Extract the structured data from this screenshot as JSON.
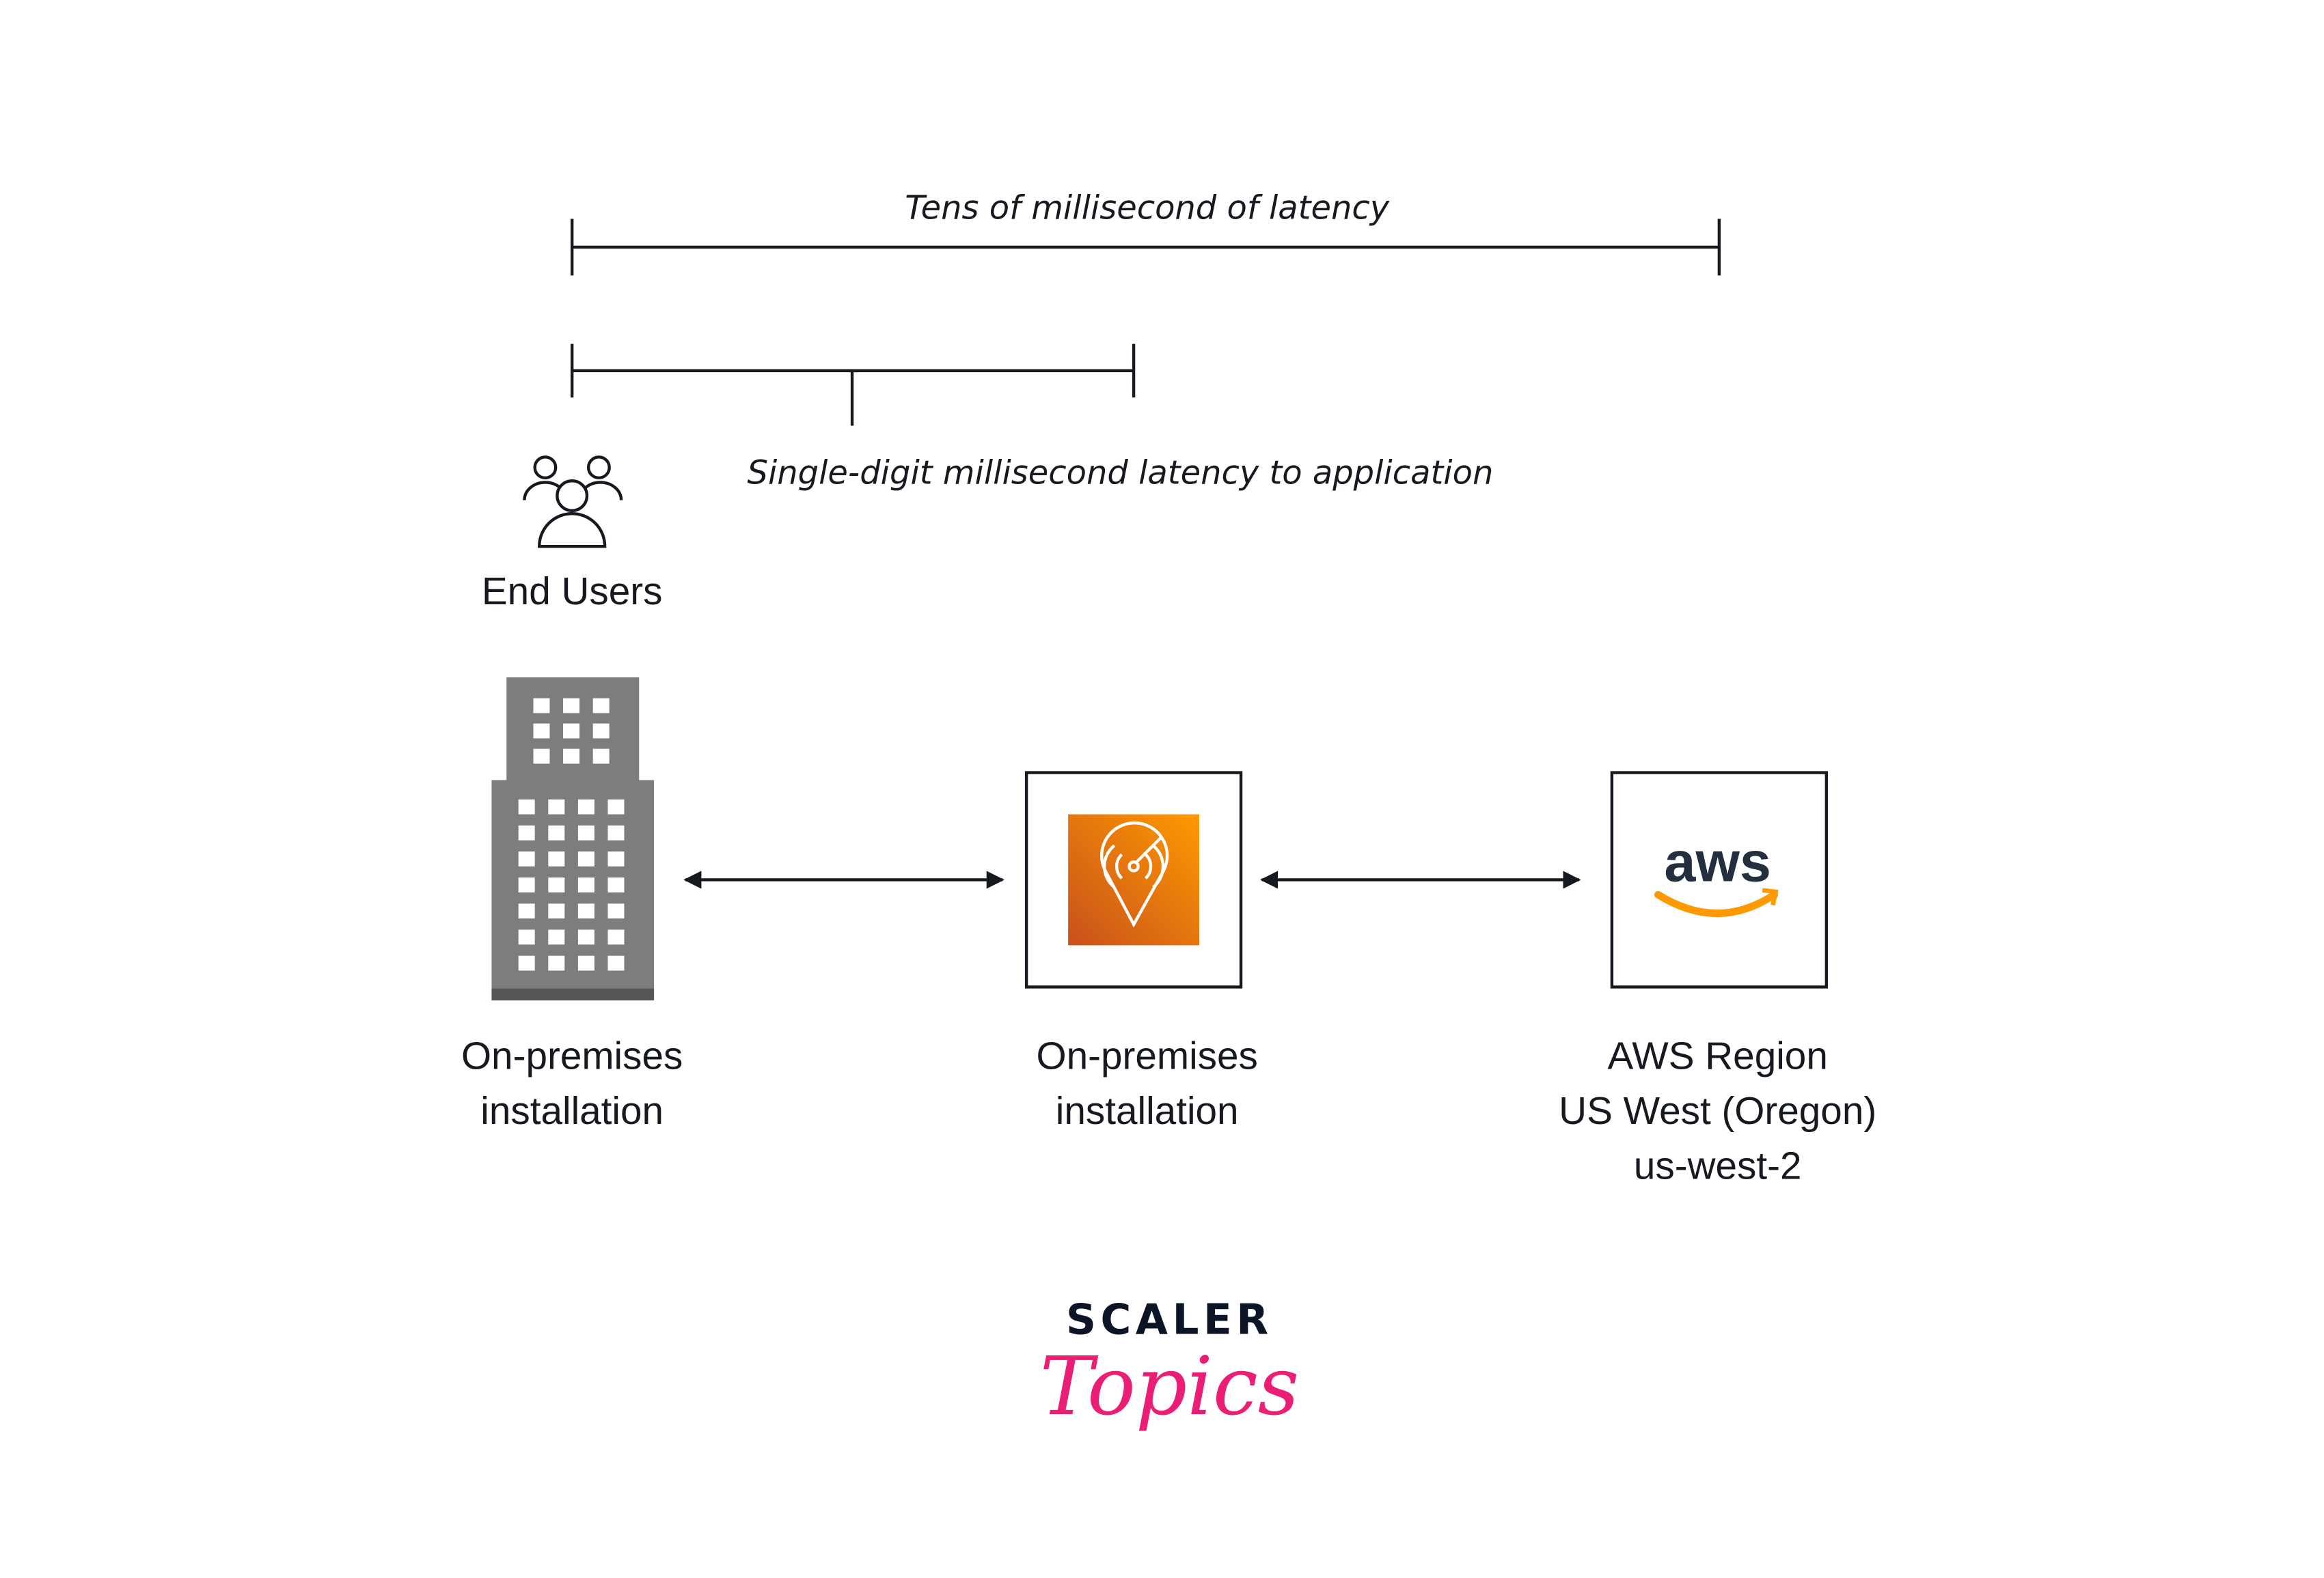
{
  "latency": {
    "tens_label": "Tens of millisecond of latency",
    "single_label": "Single-digit millisecond latency to application"
  },
  "end_users": {
    "label": "End Users",
    "icon": "users-icon"
  },
  "nodes": [
    {
      "line1": "On-premises",
      "line2": "installation",
      "icon": "office-building-icon"
    },
    {
      "line1": "On-premises",
      "line2": "installation",
      "icon": "aws-local-zone-icon"
    },
    {
      "line1": "AWS Region",
      "line2": "US West (Oregon)",
      "line3": "us-west-2",
      "icon": "aws-logo-icon",
      "logo_text": "aws"
    }
  ],
  "brand": {
    "line1": "SCALER",
    "line2": "Topics"
  },
  "colors": {
    "ink": "#16191f",
    "orange_start": "#c8511b",
    "orange_end": "#ff9900",
    "building": "#7d7d7d",
    "brand_pink": "#e91e74",
    "brand_dark": "#0c1526"
  }
}
